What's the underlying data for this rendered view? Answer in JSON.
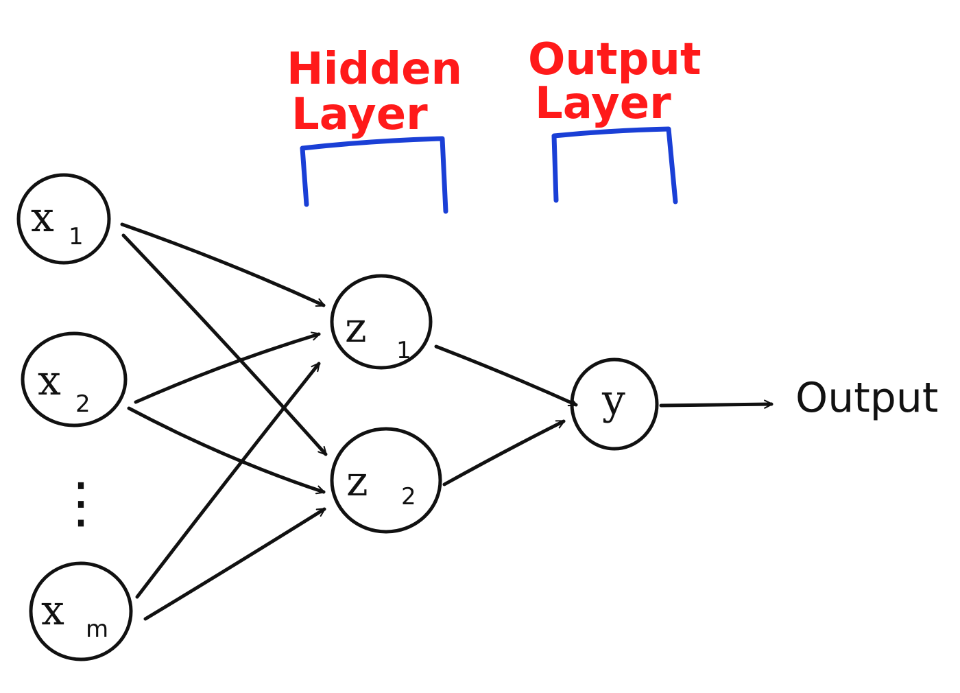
{
  "colors": {
    "ink": "#111111",
    "label": "#ff1a1a",
    "bracket": "#1a3fd6",
    "background": "#ffffff"
  },
  "labels": {
    "hidden_line1": "Hidden",
    "hidden_line2": "Layer",
    "output_line1": "Output",
    "output_line2": "Layer"
  },
  "nodes": {
    "x1": {
      "symbol": "x",
      "sub": "1"
    },
    "x2": {
      "symbol": "x",
      "sub": "2"
    },
    "xm": {
      "symbol": "x",
      "sub": "m"
    },
    "z1": {
      "symbol": "z",
      "sub": "1"
    },
    "z2": {
      "symbol": "z",
      "sub": "2"
    },
    "y": {
      "symbol": "y"
    }
  },
  "ellipsis": "⋮",
  "output_text": "Output"
}
